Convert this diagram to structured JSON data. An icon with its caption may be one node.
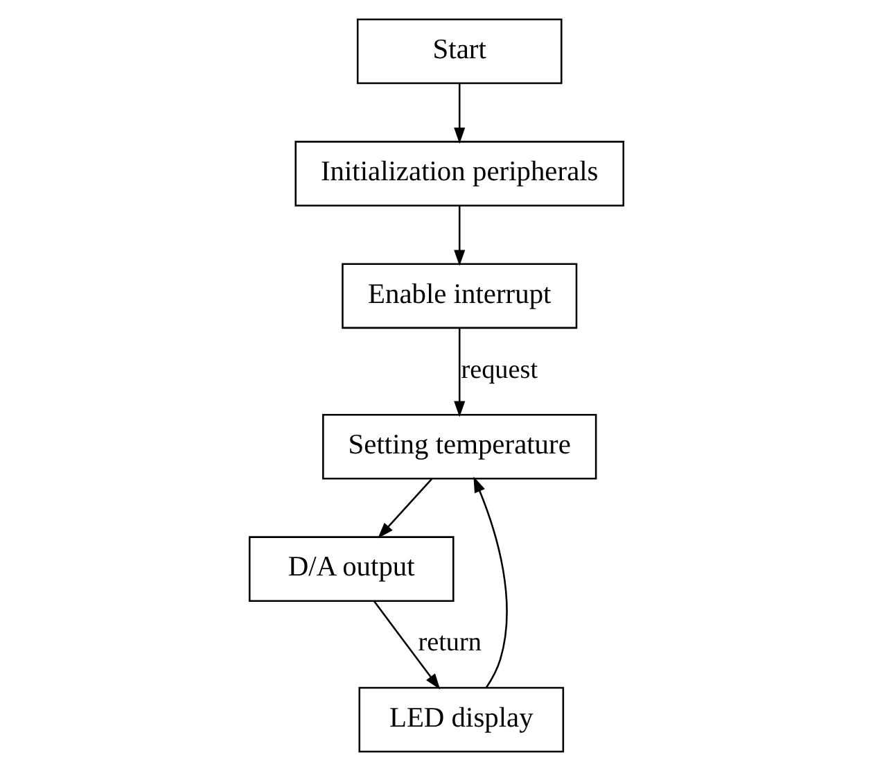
{
  "diagram": {
    "nodes": [
      {
        "text": [
          "Start"
        ]
      },
      {
        "text": [
          "Initialization peripherals"
        ]
      },
      {
        "text": [
          "Enable interrupt"
        ]
      },
      {
        "text": [
          "Setting temperature"
        ]
      },
      {
        "text": [
          "D/A output"
        ]
      },
      {
        "text": [
          "LED display"
        ]
      }
    ],
    "edges": [
      {
        "from": 0,
        "to": 1,
        "arrow": "to"
      },
      {
        "from": 1,
        "to": 2,
        "arrow": "to"
      },
      {
        "from": 2,
        "to": 3,
        "arrow": "to",
        "label": "request"
      },
      {
        "from": 5,
        "to": 3,
        "arrow": "to"
      },
      {
        "from": 3,
        "to": 4,
        "arrow": "to"
      },
      {
        "from": 4,
        "to": 5,
        "arrow": "to",
        "label": "return"
      }
    ]
  }
}
